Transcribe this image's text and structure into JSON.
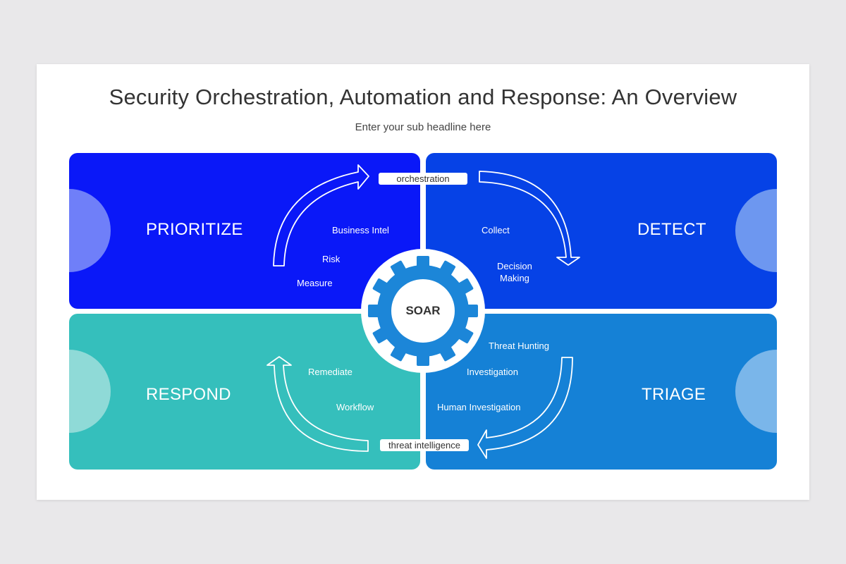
{
  "slide": {
    "title": "Security Orchestration, Automation and Response: An Overview",
    "subtitle": "Enter your sub headline here"
  },
  "center": {
    "label": "SOAR",
    "gear_color": "#1c86d8"
  },
  "connectors": {
    "top": "orchestration",
    "bottom": "threat  intelligence"
  },
  "quadrants": {
    "prioritize": {
      "label": "PRIORITIZE",
      "color": "#0a18f8",
      "steps": [
        "Business Intel",
        "Risk",
        "Measure"
      ]
    },
    "detect": {
      "label": "DETECT",
      "color": "#0642e6",
      "steps": [
        "Collect",
        "Decision",
        "Making"
      ]
    },
    "respond": {
      "label": "RESPOND",
      "color": "#35bfbc",
      "steps": [
        "Remediate",
        "Workflow"
      ]
    },
    "triage": {
      "label": "TRIAGE",
      "color": "#1581d6",
      "steps": [
        "Threat Hunting",
        "Investigation",
        "Human Investigation"
      ]
    }
  }
}
